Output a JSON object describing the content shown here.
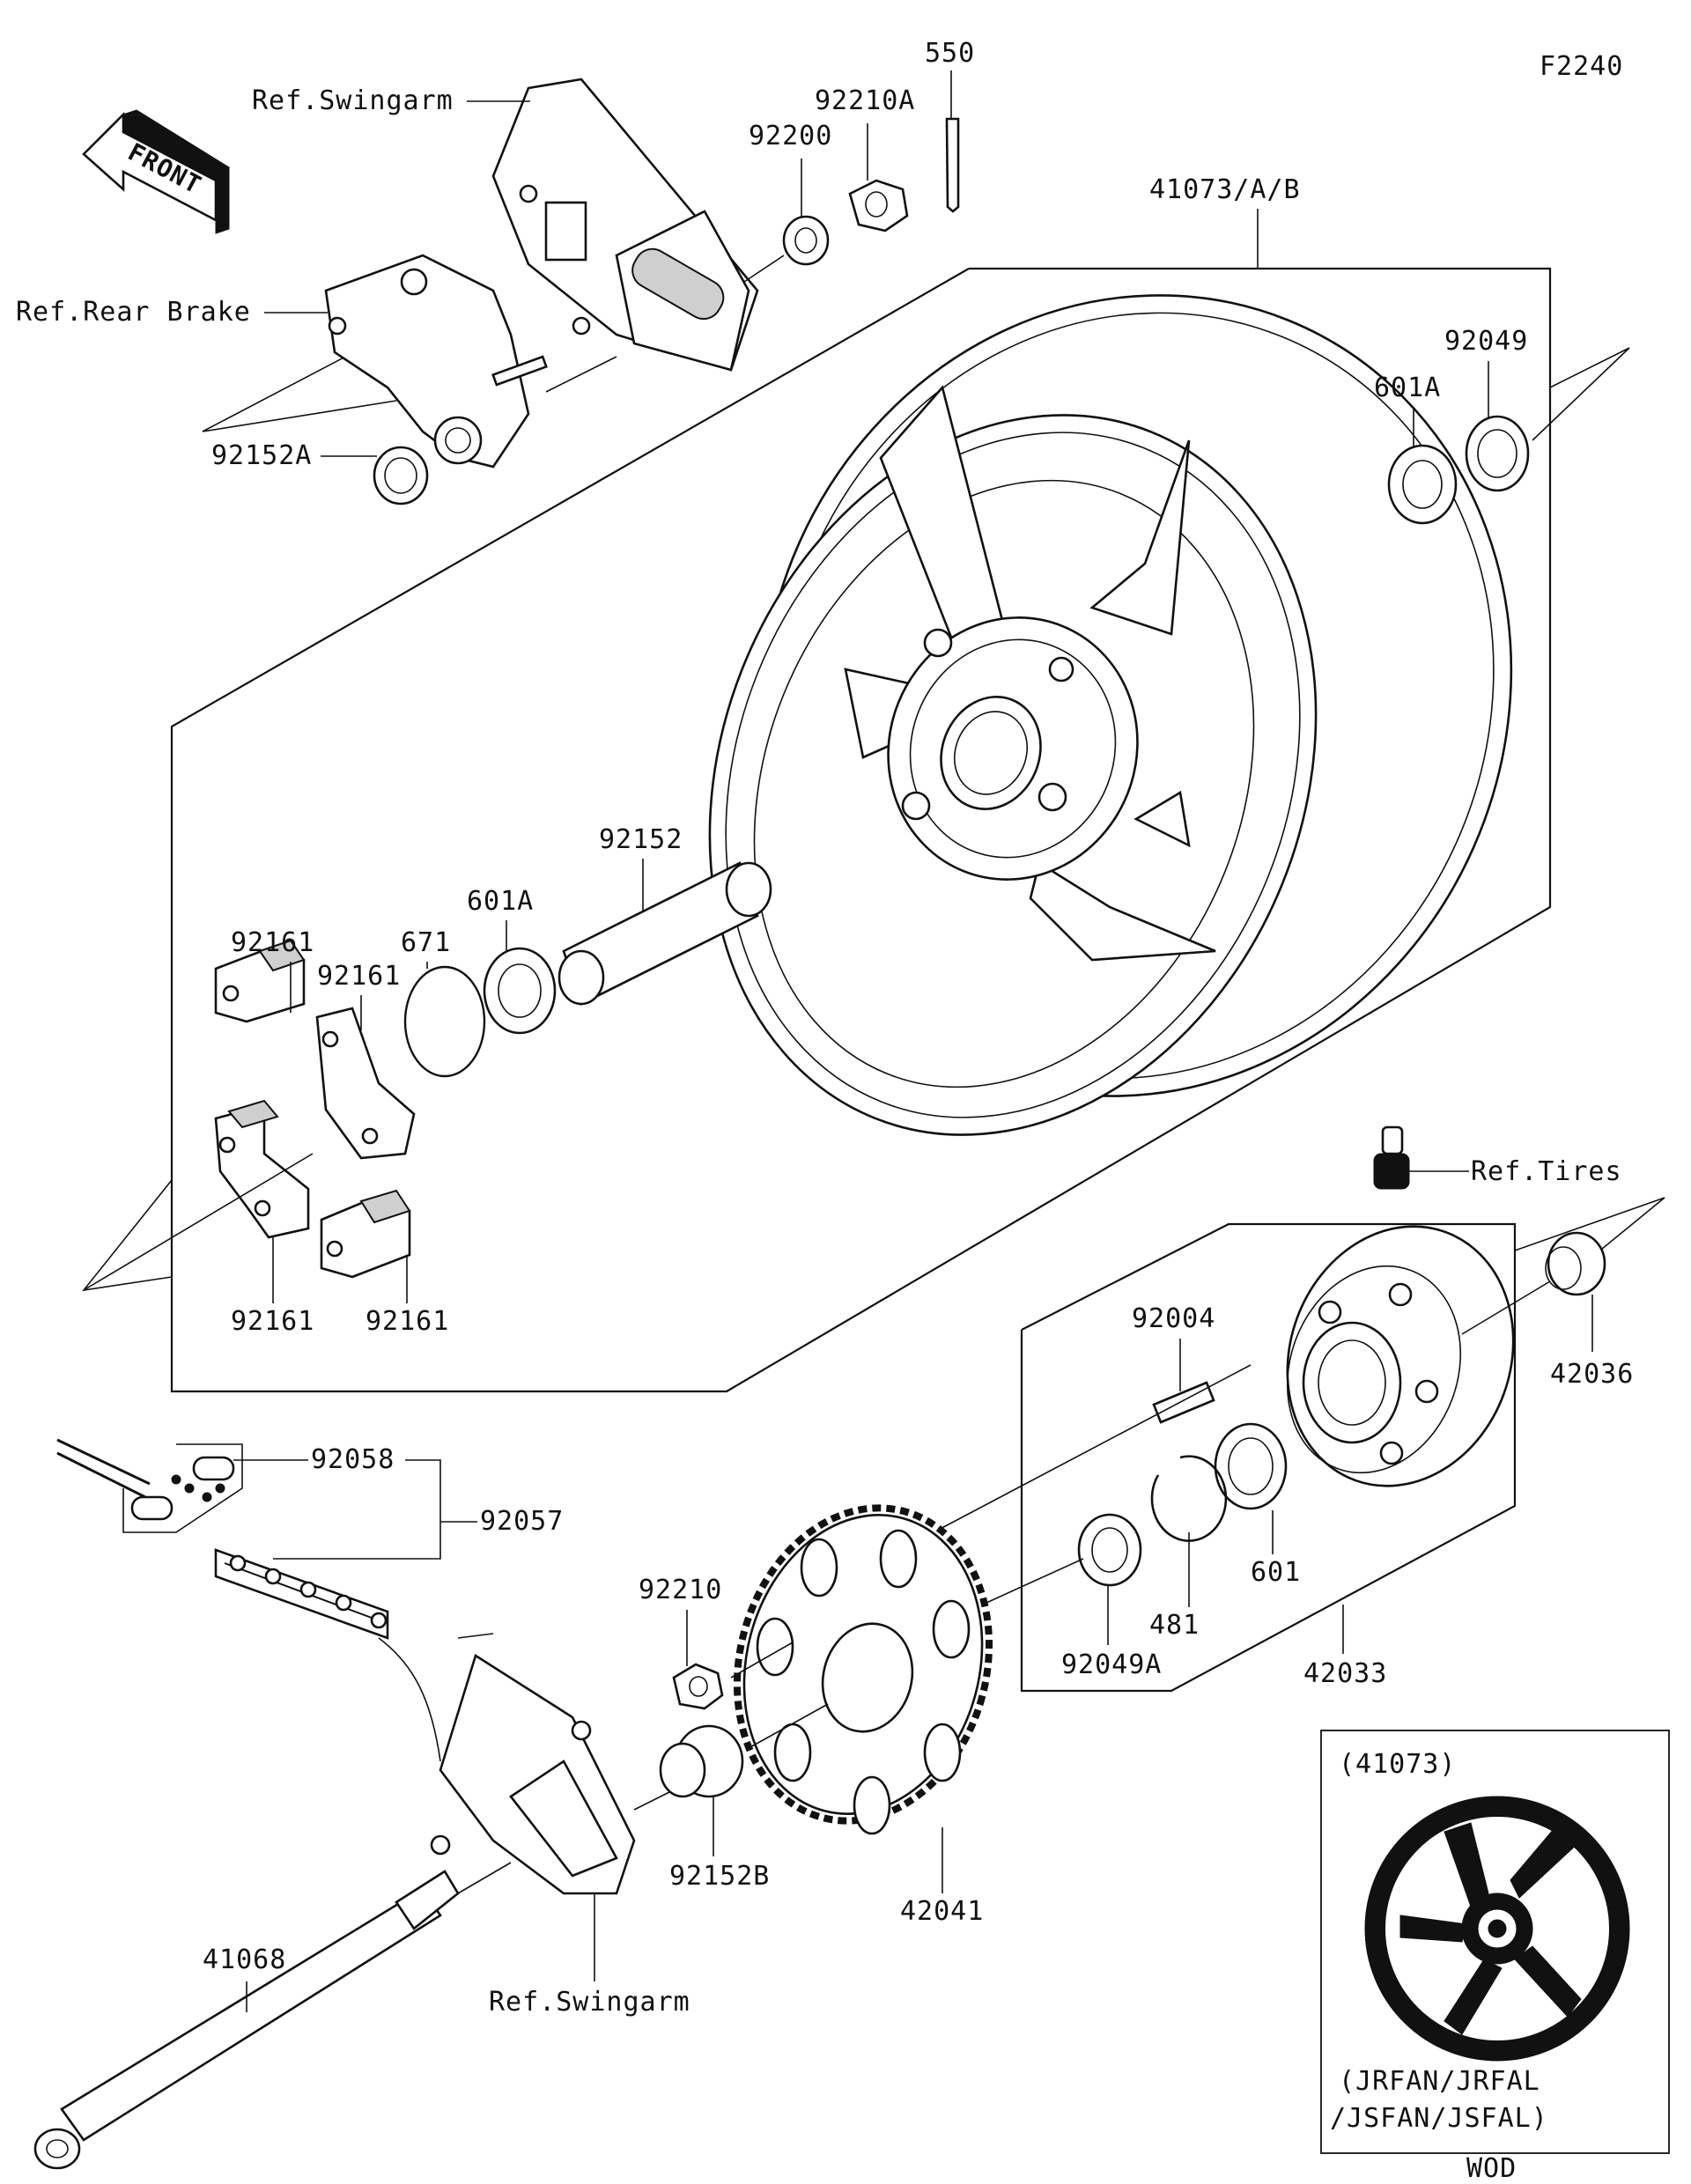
{
  "figure_code": "F2240",
  "footer_code": "WOD",
  "front_arrow_label": "FRONT",
  "inset": {
    "title": "(41073)",
    "variants_line1": "(JRFAN/JRFAL",
    "variants_line2": "/JSFAN/JSFAL)"
  },
  "refs": {
    "swingarm_top": "Ref.Swingarm",
    "rear_brake": "Ref.Rear Brake",
    "tires": "Ref.Tires",
    "swingarm_bottom": "Ref.Swingarm"
  },
  "parts": {
    "p550": "550",
    "p92210A": "92210A",
    "p92200": "92200",
    "p41073": "41073/A/B",
    "p92049": "92049",
    "p601A_right": "601A",
    "p92152A": "92152A",
    "p92152": "92152",
    "p601A_left": "601A",
    "p671": "671",
    "p92161_a": "92161",
    "p92161_b": "92161",
    "p92161_c": "92161",
    "p92161_d": "92161",
    "p92004": "92004",
    "p42036": "42036",
    "p92058": "92058",
    "p92057": "92057",
    "p92210": "92210",
    "p601": "601",
    "p481": "481",
    "p92049A": "92049A",
    "p42033": "42033",
    "p92152B": "92152B",
    "p42041": "42041",
    "p41068": "41068"
  }
}
